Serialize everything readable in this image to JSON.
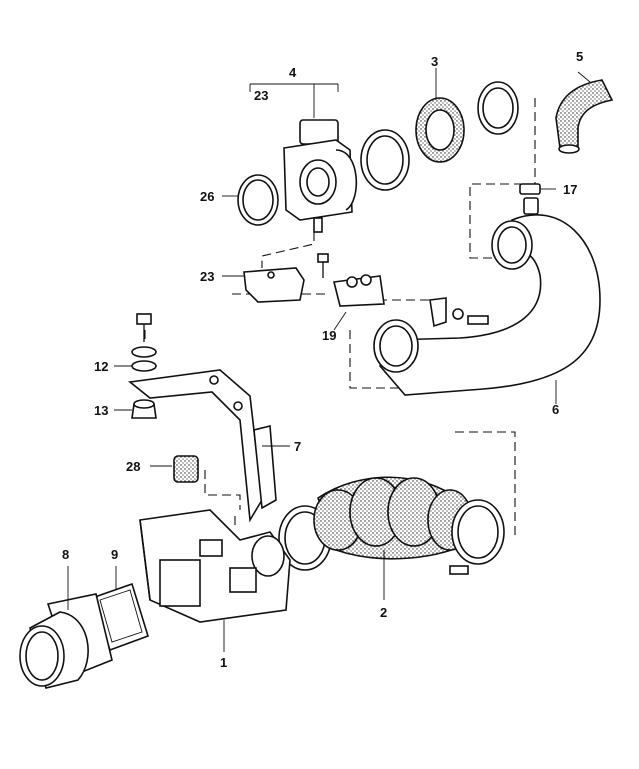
{
  "callouts": {
    "c1": "1",
    "c2": "2",
    "c3": "3",
    "c4": "4",
    "c5": "5",
    "c6": "6",
    "c7": "7",
    "c8": "8",
    "c9": "9",
    "c12": "12",
    "c13": "13",
    "c17": "17",
    "c19": "19",
    "c23_top": "23",
    "c23_mid": "23",
    "c26": "26",
    "c28": "28"
  }
}
